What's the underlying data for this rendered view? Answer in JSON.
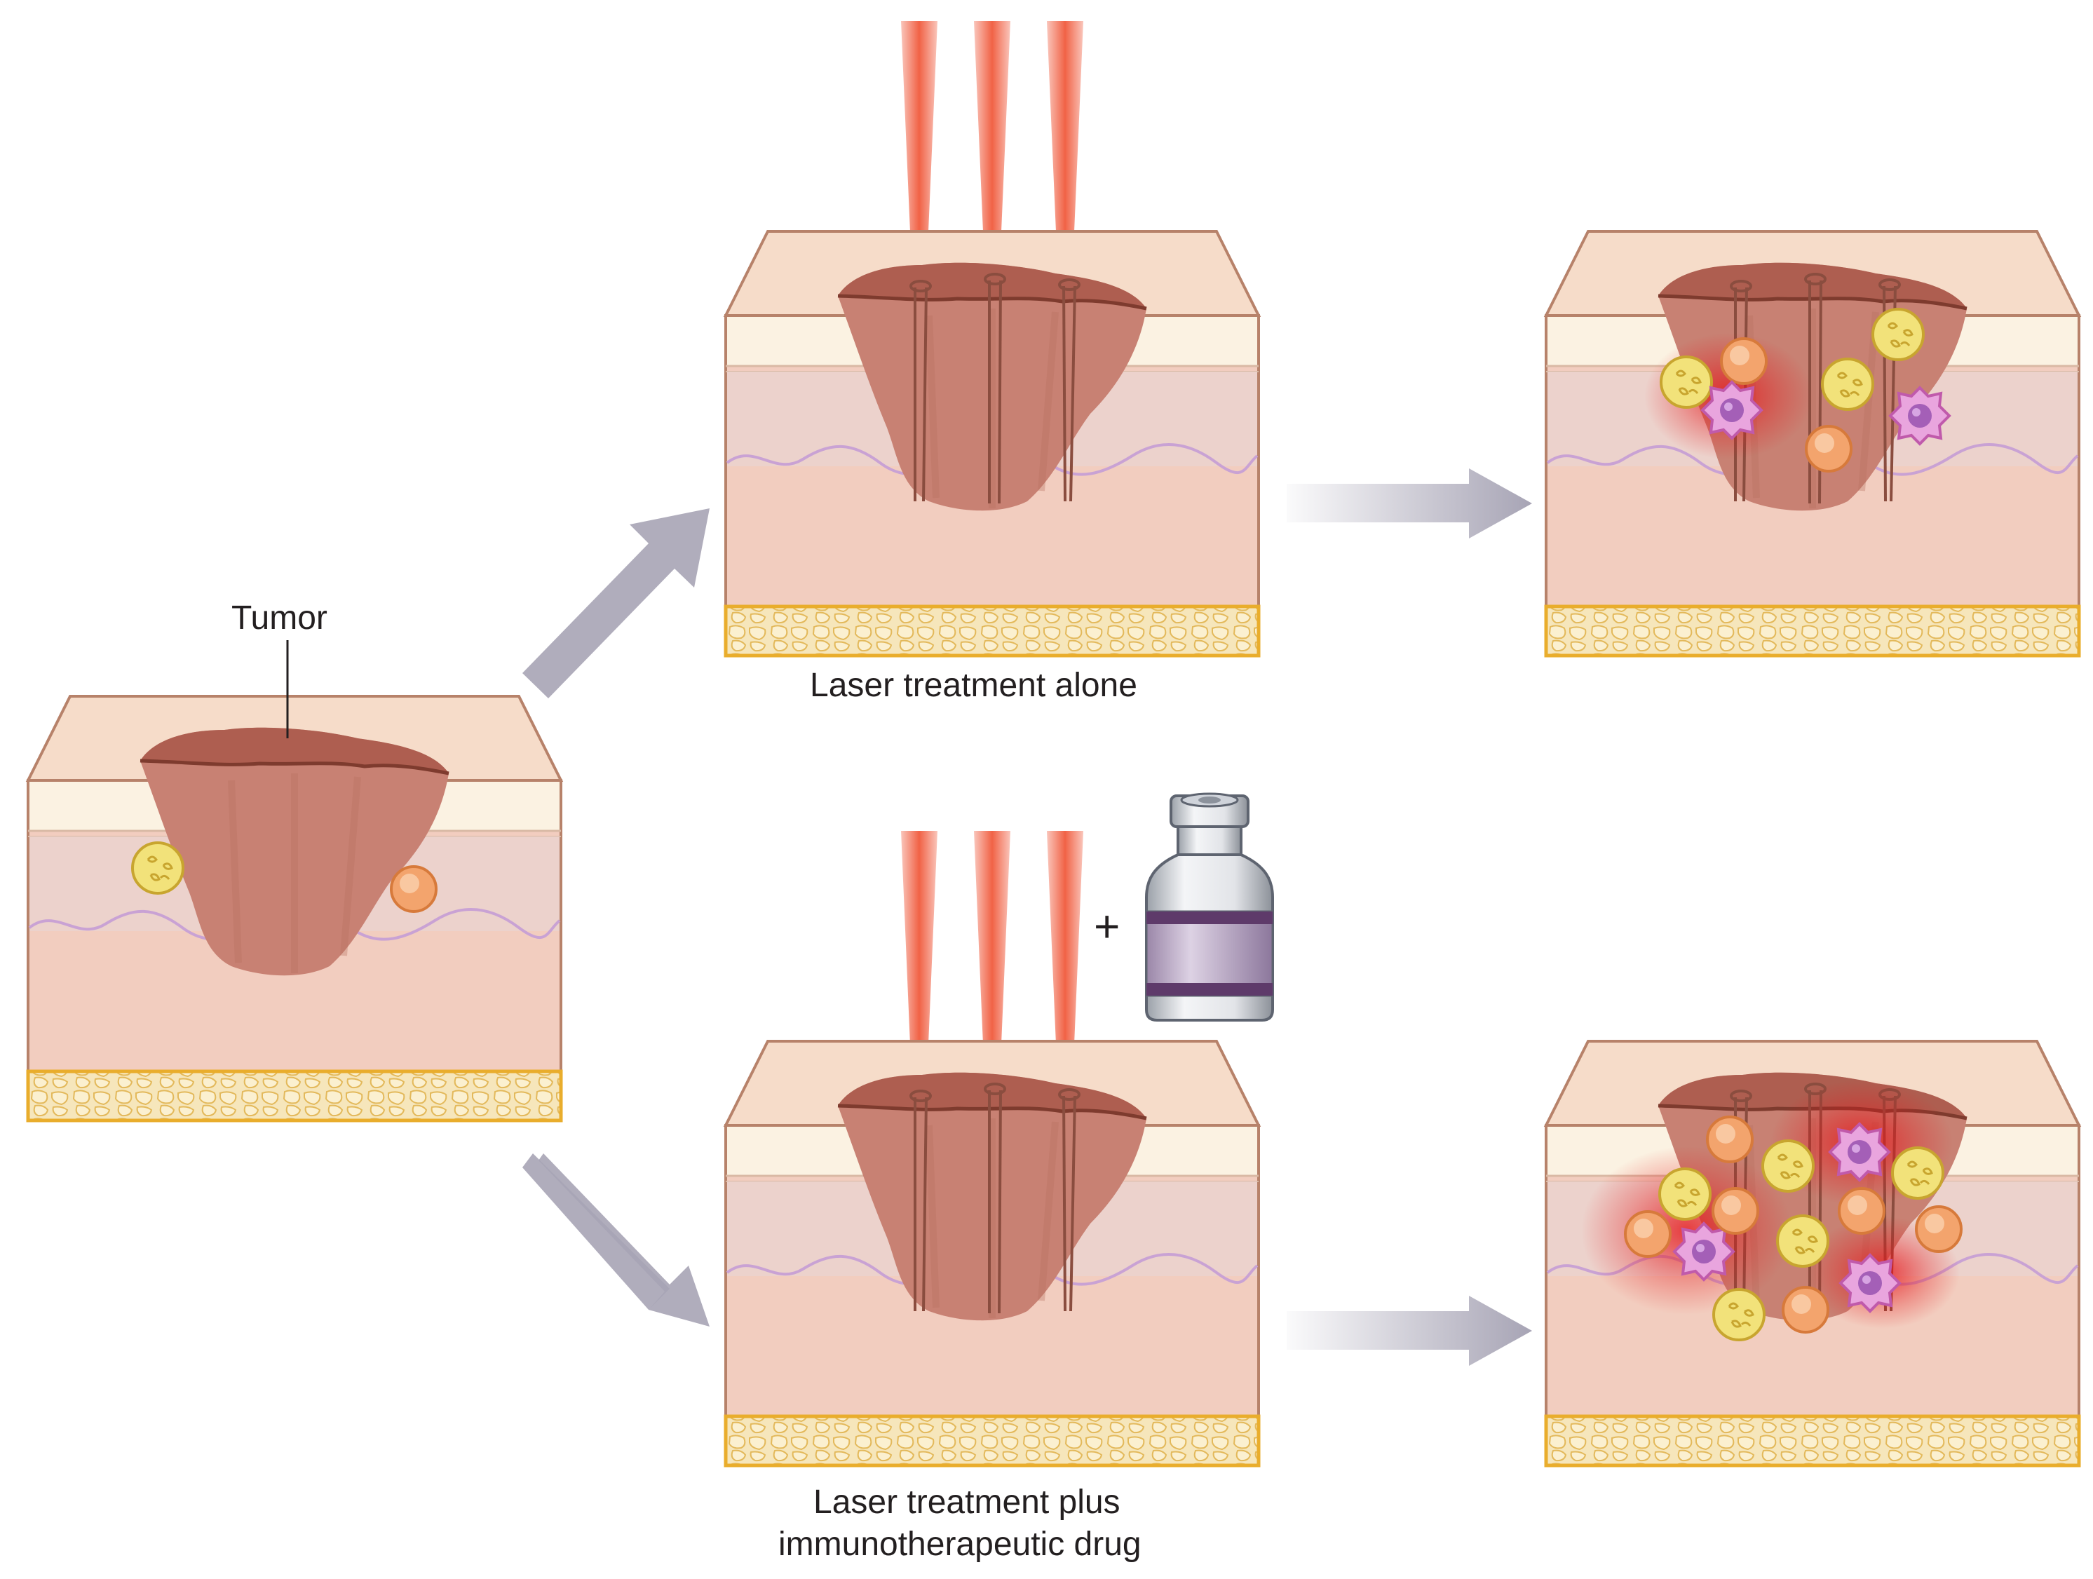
{
  "labels": {
    "tumor": "Tumor",
    "laser_alone": "Laser treatment alone",
    "laser_plus_line1": "Laser treatment plus",
    "laser_plus_line2": "immunotherapeutic drug",
    "plus_sign": "+"
  },
  "colors": {
    "skin_top": "#f6dcc9",
    "skin_outline": "#b7826a",
    "epidermis_band": "#fbf2e2",
    "dermis": "#ecd2cc",
    "hypodermis": "#f2cdbf",
    "fat": "#f6e6bb",
    "fat_border": "#e9ad2c",
    "tumor": "#c88173",
    "tumor_edge": "#7e3b2e",
    "laser": "#f05a3c",
    "arrow": "#a7a4b5",
    "yellow_cell": "#f2e27a",
    "orange_cell": "#f3a46d",
    "pink_cell": "#d774c2",
    "inflammation_glow": "#e5171b"
  },
  "icons": [
    "laser-beam-icon",
    "drug-vial-icon",
    "yellow-immune-cell-icon",
    "orange-immune-cell-icon",
    "pink-immune-cell-icon",
    "flow-arrow-icon"
  ]
}
